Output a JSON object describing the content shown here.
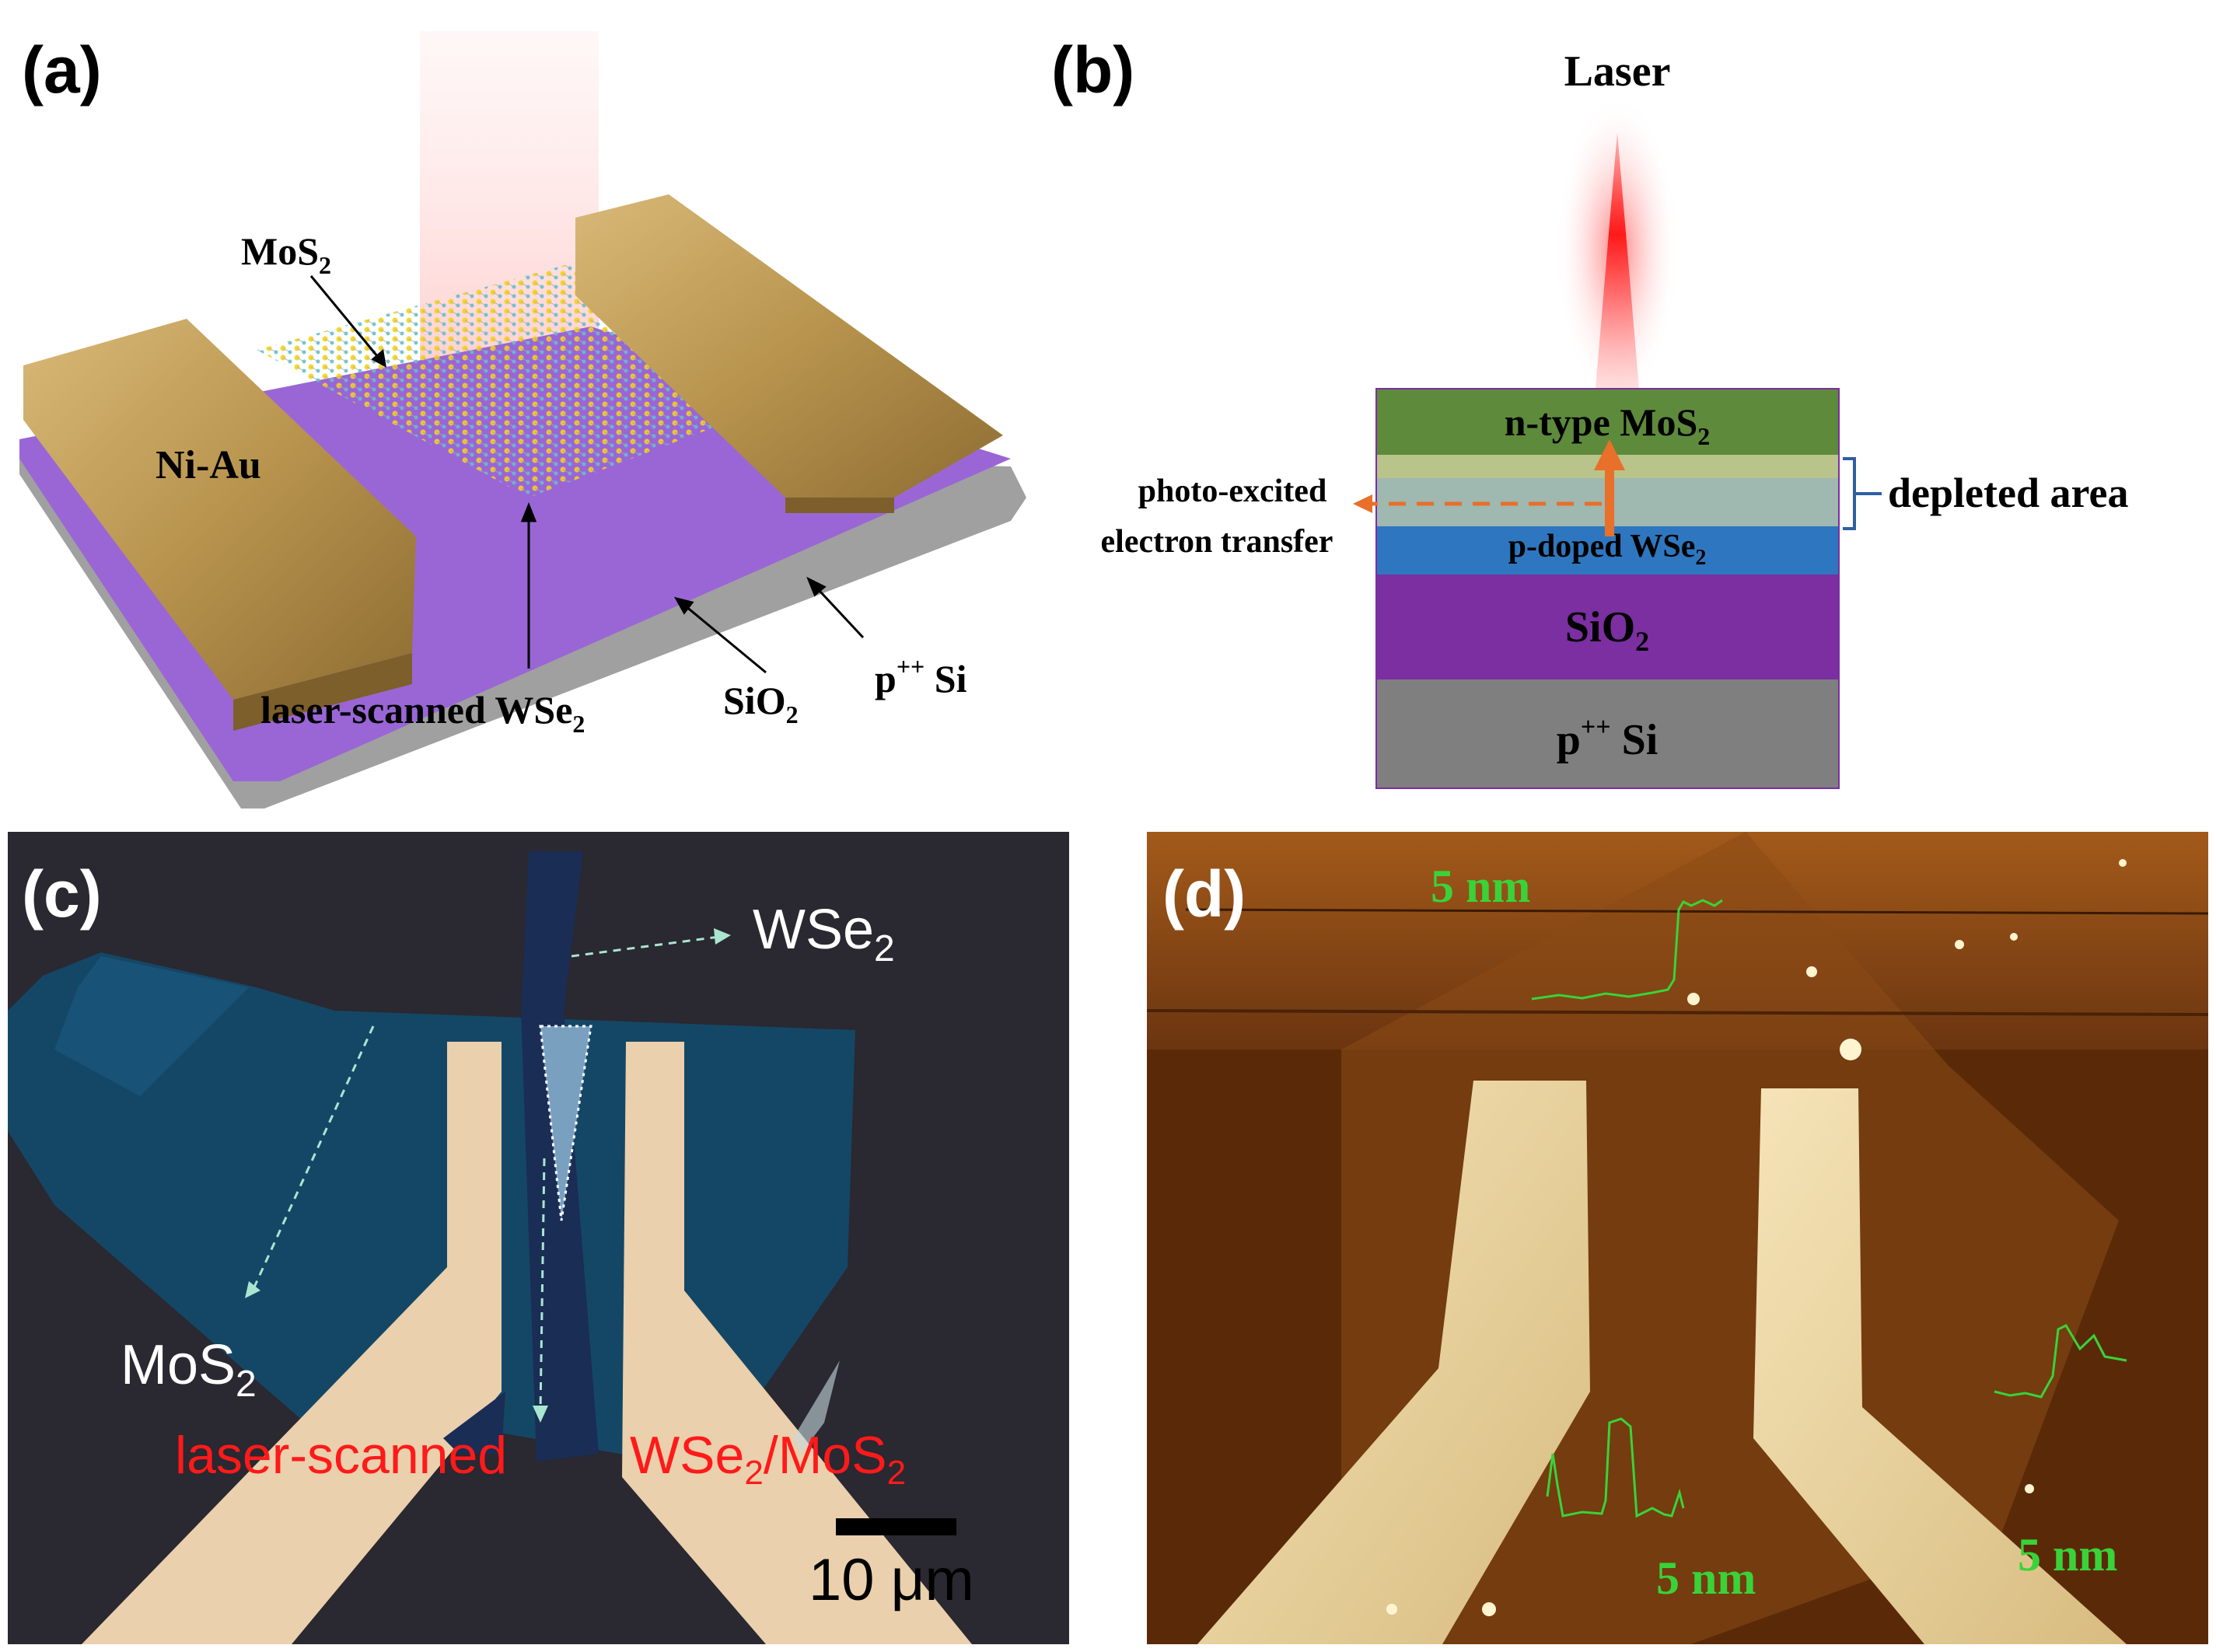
{
  "panel_a": {
    "label": "(a)",
    "mos2": "MoS",
    "mos2_sub": "2",
    "niau": "Ni-Au",
    "wse2_text": "laser-scanned WSe",
    "wse2_sub": "2",
    "sio2": "SiO",
    "sio2_sub": "2",
    "psi": "p",
    "psi_sup": "++",
    "psi_tail": " Si",
    "colors": {
      "electrode": "#b8944e",
      "oxide": "#9a66d6",
      "substrate": "#a0a0a0"
    }
  },
  "panel_b": {
    "label": "(b)",
    "laser": "Laser",
    "ntype": "n-type MoS",
    "ntype_sub": "2",
    "pdoped": "p-doped WSe",
    "pdoped_sub": "2",
    "sio2": "SiO",
    "sio2_sub": "2",
    "psi": "p",
    "psi_sup": "++",
    "psi_tail": " Si",
    "photo1": "photo-excited",
    "photo2": "electron transfer",
    "depleted": "depleted area",
    "colors": {
      "mos2": "#5e8a3c",
      "interface": "#b8c48a",
      "depletion": "#9fb8b0",
      "wse2": "#2e77c0",
      "sio2": "#7b2fa1",
      "si": "#7f7f7f",
      "arrow": "#e8702a"
    }
  },
  "panel_c": {
    "label": "(c)",
    "wse2": "WSe",
    "wse2_sub": "2",
    "mos2": "MoS",
    "mos2_sub": "2",
    "laser_scanned": "laser-scanned",
    "hetero": "WSe",
    "hetero_sub": "2",
    "hetero_mid": "/MoS",
    "hetero_sub2": "2",
    "scalebar": "10 μm"
  },
  "panel_d": {
    "label": "(d)",
    "profile1": "5 nm",
    "profile2": "5 nm",
    "profile3": "5 nm"
  }
}
